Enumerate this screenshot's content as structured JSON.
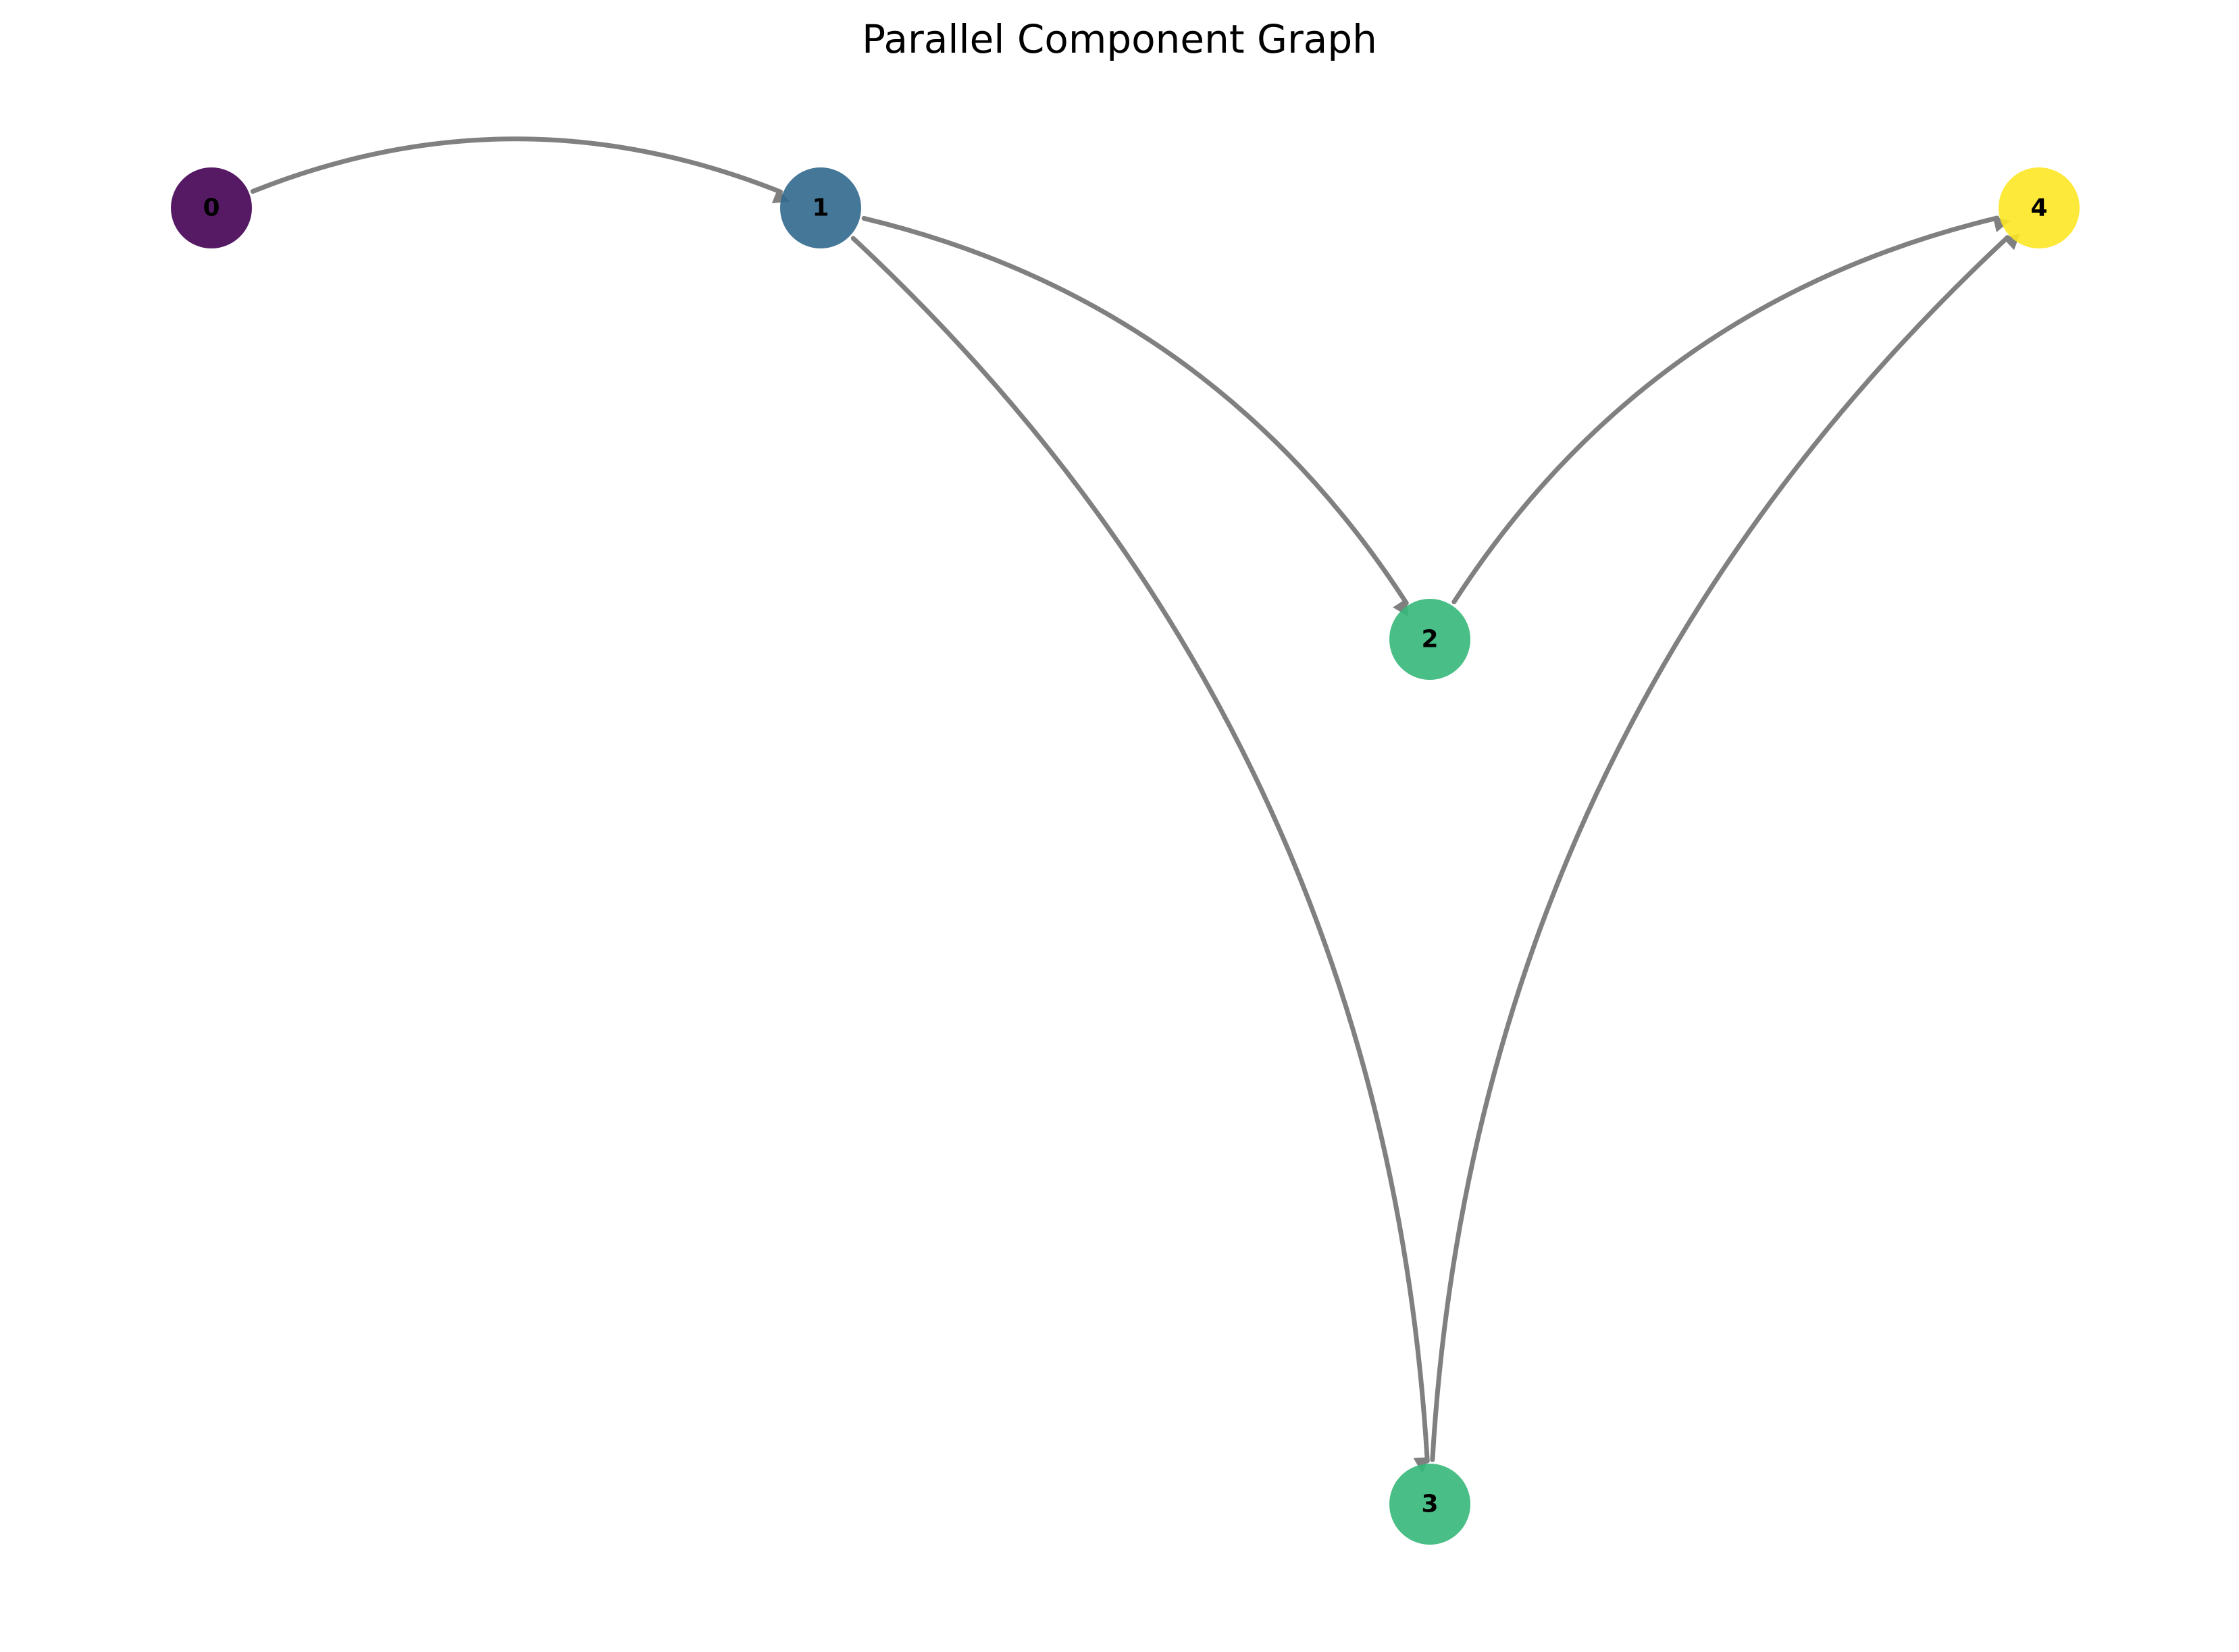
{
  "title": "Parallel Component Graph",
  "edge_color": "#808080",
  "label_color": "#000000",
  "nodes": [
    {
      "id": "0",
      "label": "0",
      "color": "#440154"
    },
    {
      "id": "1",
      "label": "1",
      "color": "#31688e"
    },
    {
      "id": "2",
      "label": "2",
      "color": "#35b779"
    },
    {
      "id": "3",
      "label": "3",
      "color": "#35b779"
    },
    {
      "id": "4",
      "label": "4",
      "color": "#fde725"
    }
  ],
  "edges": [
    {
      "source": "0",
      "target": "1"
    },
    {
      "source": "1",
      "target": "2"
    },
    {
      "source": "1",
      "target": "3"
    },
    {
      "source": "2",
      "target": "4"
    },
    {
      "source": "3",
      "target": "4"
    }
  ]
}
